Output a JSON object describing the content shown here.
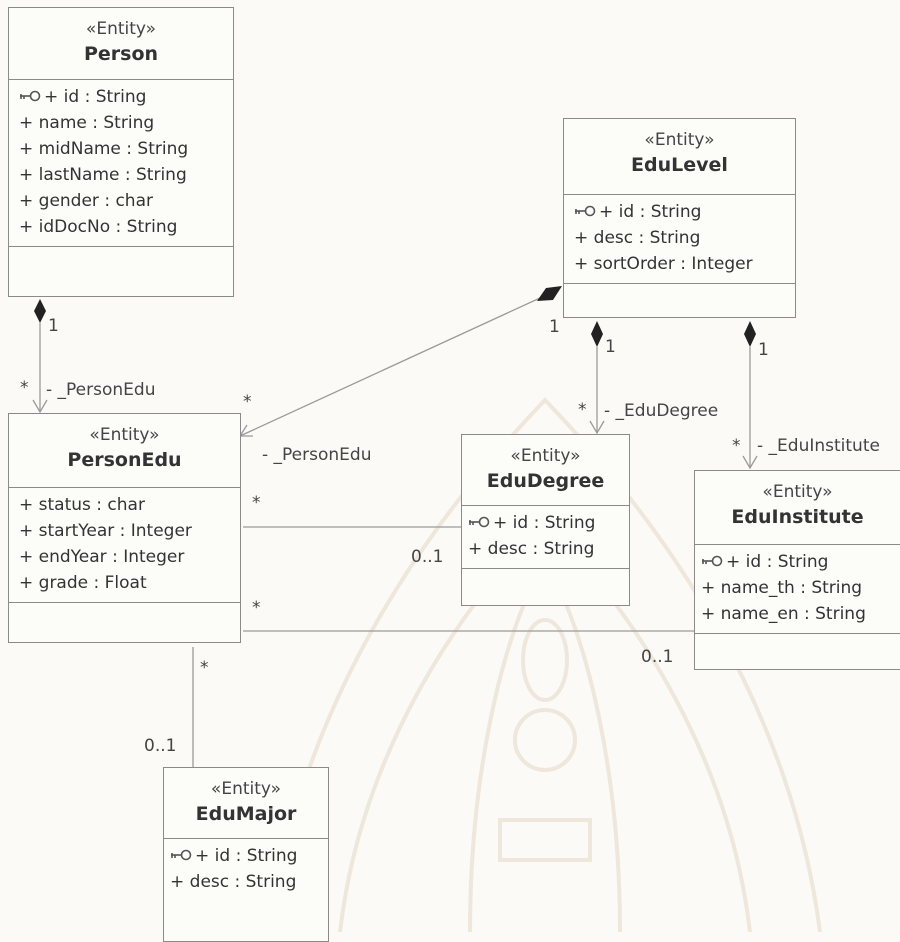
{
  "entities": {
    "person": {
      "stereotype": "«Entity»",
      "name": "Person",
      "attributes": [
        "+ id : String",
        "+ name : String",
        "+ midName : String",
        "+ lastName : String",
        "+ gender : char",
        "+ idDocNo : String"
      ]
    },
    "edulevel": {
      "stereotype": "«Entity»",
      "name": "EduLevel",
      "attributes": [
        "+ id : String",
        "+ desc : String",
        "+ sortOrder : Integer"
      ]
    },
    "personedu": {
      "stereotype": "«Entity»",
      "name": "PersonEdu",
      "attributes": [
        "+ status : char",
        "+ startYear : Integer",
        "+ endYear : Integer",
        "+ grade : Float"
      ]
    },
    "edudegree": {
      "stereotype": "«Entity»",
      "name": "EduDegree",
      "attributes": [
        "+ id : String",
        "+ desc : String"
      ]
    },
    "eduinstitute": {
      "stereotype": "«Entity»",
      "name": "EduInstitute",
      "attributes": [
        "+ id : String",
        "+ name_th : String",
        "+ name_en : String"
      ]
    },
    "edumajor": {
      "stereotype": "«Entity»",
      "name": "EduMajor",
      "attributes": [
        "+ id : String",
        "+ desc : String"
      ]
    }
  },
  "labels": {
    "person_personedu_one": "1",
    "person_personedu_many": "*",
    "person_personedu_role": "- _PersonEdu",
    "edulevel_personedu_one": "1",
    "edulevel_personedu_many": "*",
    "edulevel_personedu_role": "- _PersonEdu",
    "edulevel_edudegree_one": "1",
    "edulevel_edudegree_many": "*",
    "edulevel_edudegree_role": "- _EduDegree",
    "edulevel_eduinstitute_one": "1",
    "edulevel_eduinstitute_many": "*",
    "edulevel_eduinstitute_role": "- _EduInstitute",
    "personedu_edudegree_many": "*",
    "personedu_edudegree_opt": "0..1",
    "personedu_eduinstitute_many": "*",
    "personedu_eduinstitute_opt": "0..1",
    "personedu_edumajor_many": "*",
    "personedu_edumajor_opt": "0..1"
  },
  "icons": {
    "primary_key": "key-icon"
  },
  "colors": {
    "line": "#9a9a9a",
    "border": "#8a8a8a",
    "background": "#fbfaf6"
  }
}
